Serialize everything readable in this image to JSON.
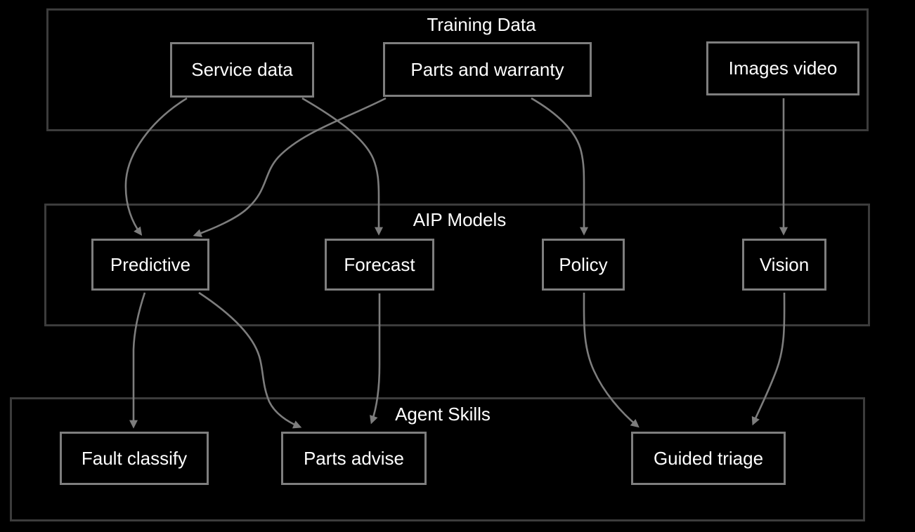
{
  "diagram": {
    "title": "",
    "type": "flowchart",
    "colors": {
      "background": "#000000",
      "cluster_border": "#3c3c3c",
      "node_border": "#7e7e7e",
      "edge": "#7d7d7d",
      "text": "#ffffff"
    },
    "clusters": [
      {
        "id": "training",
        "label": "Training Data"
      },
      {
        "id": "models",
        "label": "AIP Models"
      },
      {
        "id": "skills",
        "label": "Agent Skills"
      }
    ],
    "nodes": [
      {
        "id": "service_data",
        "label": "Service data",
        "cluster": "Training Data"
      },
      {
        "id": "parts_warranty",
        "label": "Parts and warranty",
        "cluster": "Training Data"
      },
      {
        "id": "images_video",
        "label": "Images video",
        "cluster": "Training Data"
      },
      {
        "id": "predictive",
        "label": "Predictive",
        "cluster": "AIP Models"
      },
      {
        "id": "forecast",
        "label": "Forecast",
        "cluster": "AIP Models"
      },
      {
        "id": "policy",
        "label": "Policy",
        "cluster": "AIP Models"
      },
      {
        "id": "vision",
        "label": "Vision",
        "cluster": "AIP Models"
      },
      {
        "id": "fault_classify",
        "label": "Fault classify",
        "cluster": "Agent Skills"
      },
      {
        "id": "parts_advise",
        "label": "Parts advise",
        "cluster": "Agent Skills"
      },
      {
        "id": "guided_triage",
        "label": "Guided triage",
        "cluster": "Agent Skills"
      }
    ],
    "edges": [
      {
        "from": "Service data",
        "to": "Predictive"
      },
      {
        "from": "Service data",
        "to": "Forecast"
      },
      {
        "from": "Parts and warranty",
        "to": "Predictive"
      },
      {
        "from": "Parts and warranty",
        "to": "Policy"
      },
      {
        "from": "Images video",
        "to": "Vision"
      },
      {
        "from": "Predictive",
        "to": "Fault classify"
      },
      {
        "from": "Predictive",
        "to": "Parts advise"
      },
      {
        "from": "Forecast",
        "to": "Parts advise"
      },
      {
        "from": "Policy",
        "to": "Guided triage"
      },
      {
        "from": "Vision",
        "to": "Guided triage"
      }
    ]
  }
}
